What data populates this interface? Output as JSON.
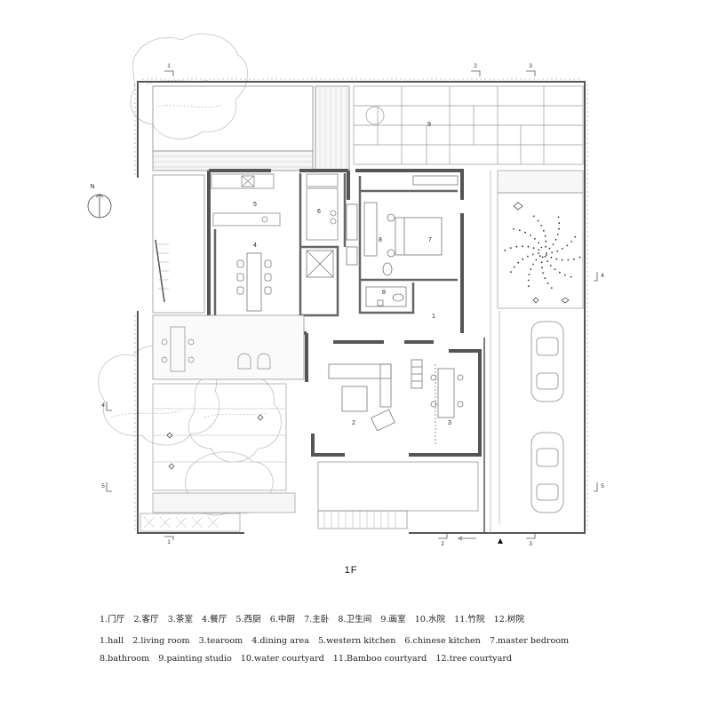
{
  "floor_title": "1F",
  "north_label": "N",
  "room_numbers": [
    "1",
    "2",
    "3",
    "4",
    "5",
    "6",
    "7",
    "8",
    "8",
    "9"
  ],
  "section_markers": [
    "1",
    "1",
    "2",
    "2",
    "3",
    "3",
    "4",
    "4",
    "5",
    "5"
  ],
  "legend_cn": [
    "1.门厅",
    "2.客厅",
    "3.茶室",
    "4.餐厅",
    "5.西厨",
    "6.中厨",
    "7.主卧",
    "8.卫生间",
    "9.画室",
    "10.水院",
    "11.竹院",
    "12.树院"
  ],
  "legend_en_line1": [
    "1.hall",
    "2.living room",
    "3.tearoom",
    "4.dining area",
    "5.western kitchen",
    "6.chinese kitchen",
    "7.master bedroom"
  ],
  "legend_en_line2": [
    "8.bathroom",
    "9.painting studio",
    "10.water courtyard",
    "11.Bamboo courtyard",
    "12.tree courtyard"
  ],
  "colors": {
    "wall": "#555555",
    "line": "#888888",
    "tree": "#bdbdbd",
    "background": "#ffffff"
  }
}
